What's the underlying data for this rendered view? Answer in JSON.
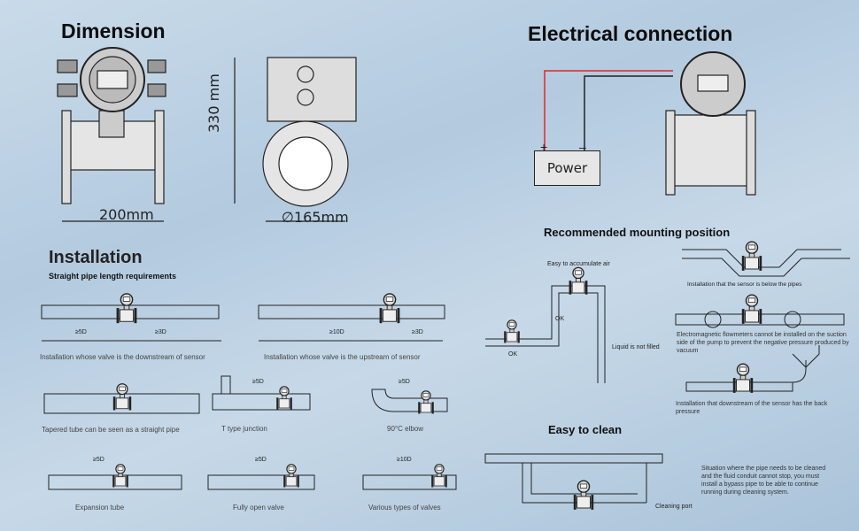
{
  "dimension": {
    "title": "Dimension",
    "width": "200mm",
    "height": "330 mm",
    "diameter": "∅165mm"
  },
  "electrical": {
    "title": "Electrical connection",
    "power_label": "Power",
    "plus": "+",
    "minus": "–",
    "wire_colors": {
      "positive": "#e0262c",
      "negative": "#222222"
    }
  },
  "installation": {
    "title": "Installation",
    "subtitle": "Straight pipe length requirements",
    "cases": [
      {
        "caption": "Installation whose valve is the downstream of sensor",
        "dims": [
          "≥5D",
          "≥3D"
        ]
      },
      {
        "caption": "Installation whose valve is the upstream of sensor",
        "dims": [
          "≥10D",
          "≥3D"
        ]
      },
      {
        "caption": "Tapered tube can be seen as a straight pipe"
      },
      {
        "caption": "T type junction",
        "dims": [
          "≥5D"
        ]
      },
      {
        "caption": "90°C elbow",
        "dims": [
          "≥5D"
        ]
      },
      {
        "caption": "Expansion tube",
        "dims": [
          "≥5D"
        ]
      },
      {
        "caption": "Fully open valve",
        "dims": [
          "≥5D"
        ]
      },
      {
        "caption": "Various types of valves",
        "dims": [
          "≥10D"
        ]
      }
    ]
  },
  "mounting": {
    "title": "Recommended mounting position",
    "air": "Easy to accumulate air",
    "ok1": "OK",
    "ok2": "OK",
    "not_filled": "Liquid is not filled",
    "below": "Installation that the sensor is below the pipes",
    "pump": "Electromagnetic flowmeters cannot be installed on the suction side of the pump to prevent the negative pressure produced by vacuum",
    "back": "Installation that downstream of the sensor has the back pressure"
  },
  "clean": {
    "title": "Easy to clean",
    "port": "Cleaning port",
    "note": "Situation where the pipe needs to be cleaned and the fluid conduit cannot stop, you must install a bypass pipe to be able to continue running during cleaning system."
  }
}
